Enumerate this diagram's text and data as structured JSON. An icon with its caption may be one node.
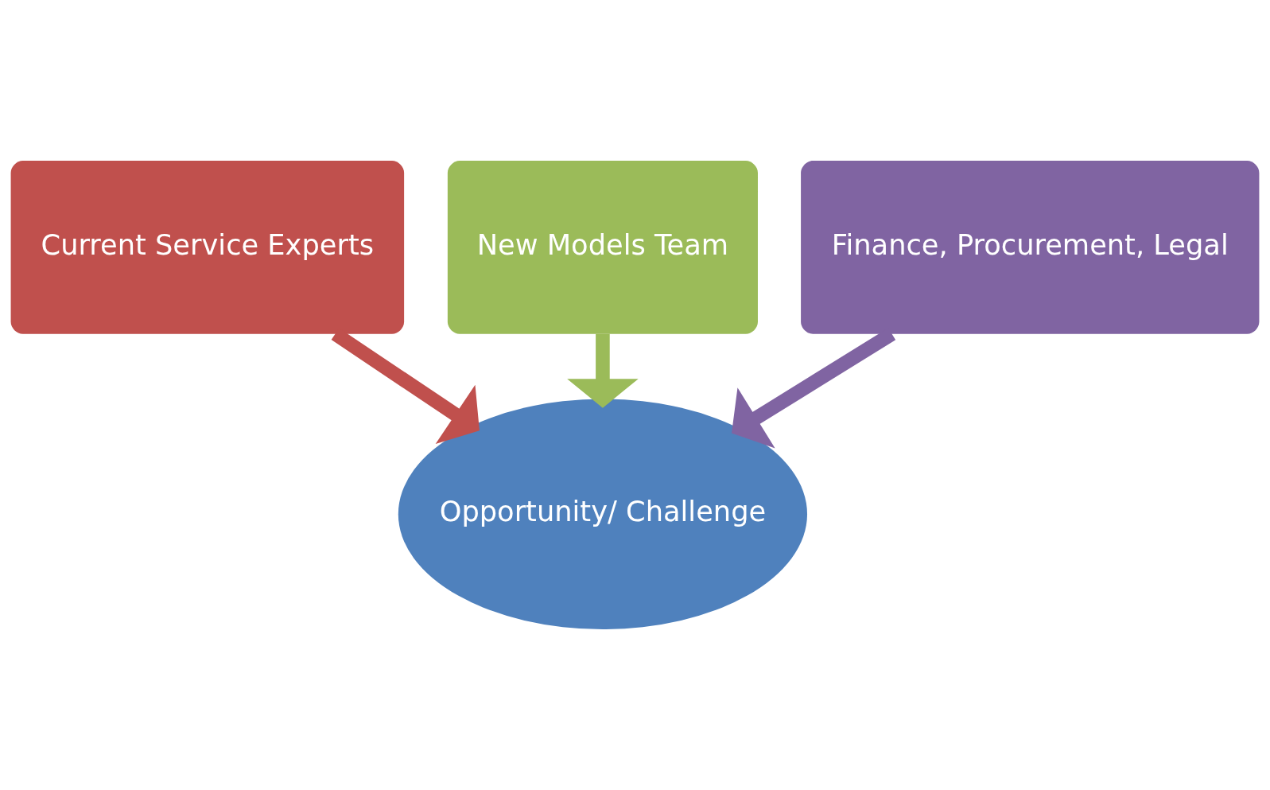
{
  "diagram": {
    "nodes": [
      {
        "text": [
          "Current Service Experts"
        ]
      },
      {
        "text": [
          "New Models Team"
        ]
      },
      {
        "text": [
          "Finance, Procurement, Legal"
        ]
      },
      {
        "text": [
          "Opportunity/ Challenge"
        ]
      }
    ],
    "edges": [
      {
        "from": 0,
        "to": 3,
        "arrow": "to",
        "color": "#c0504d"
      },
      {
        "from": 1,
        "to": 3,
        "arrow": "to",
        "color": "#9bbb59"
      },
      {
        "from": 2,
        "to": 3,
        "arrow": "to",
        "color": "#8064a2"
      }
    ]
  }
}
